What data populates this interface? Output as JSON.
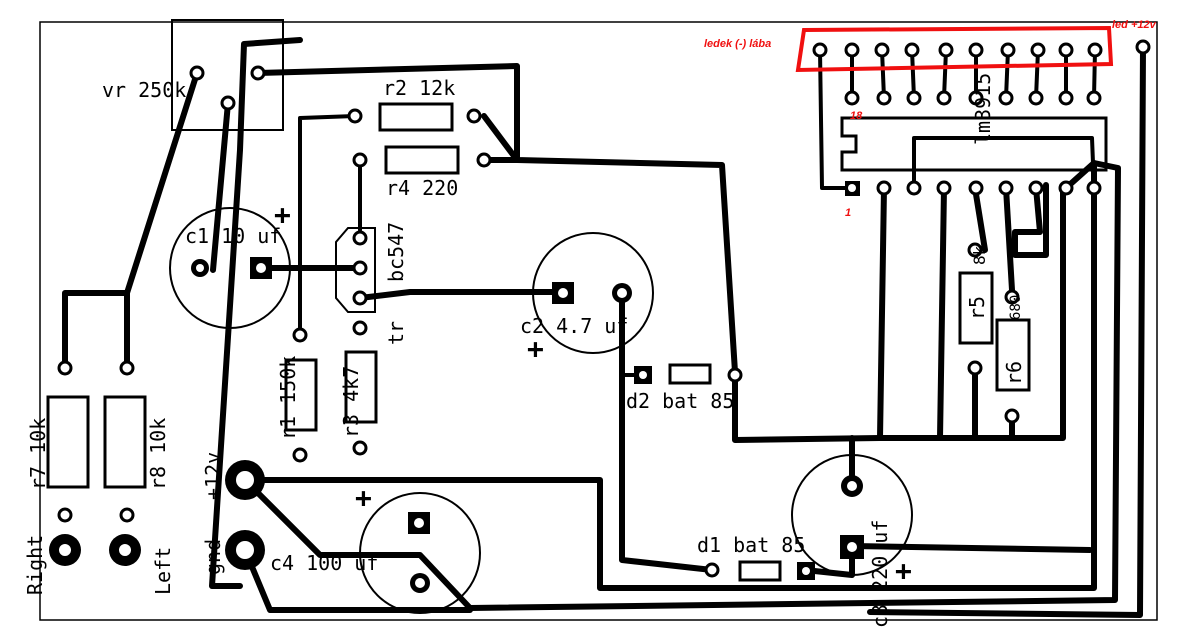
{
  "colors": {
    "trace": "#000000",
    "annotation": "#f01010",
    "background": "#ffffff"
  },
  "labels": {
    "vr": "vr 250k",
    "r2": "r2 12k",
    "r4": "r4 220",
    "bc547": "bc547",
    "c1": "c1 10 uf",
    "c2": "c2 4.7 uf",
    "d2": "d2 bat 85",
    "d1": "d1 bat 85",
    "r1": "r1 150k",
    "r3": "r3 4k7",
    "tr": "tr",
    "r7": "r7 10k",
    "r8": "r8 10k",
    "right": "Right",
    "left": "Left",
    "v12": "+12v",
    "gnd": "gnd",
    "c4": "c4 100 uf",
    "ic": "lm3915",
    "r5": "r5",
    "r6": "r6",
    "r5_val": "8k",
    "r6_val": "680",
    "c3": "c3 220 uf",
    "plus": "+"
  },
  "annotations": {
    "led_cathodes": "ledek (-) lába",
    "led_anode": "led +12v",
    "pin18": "18",
    "pin1": "1"
  }
}
